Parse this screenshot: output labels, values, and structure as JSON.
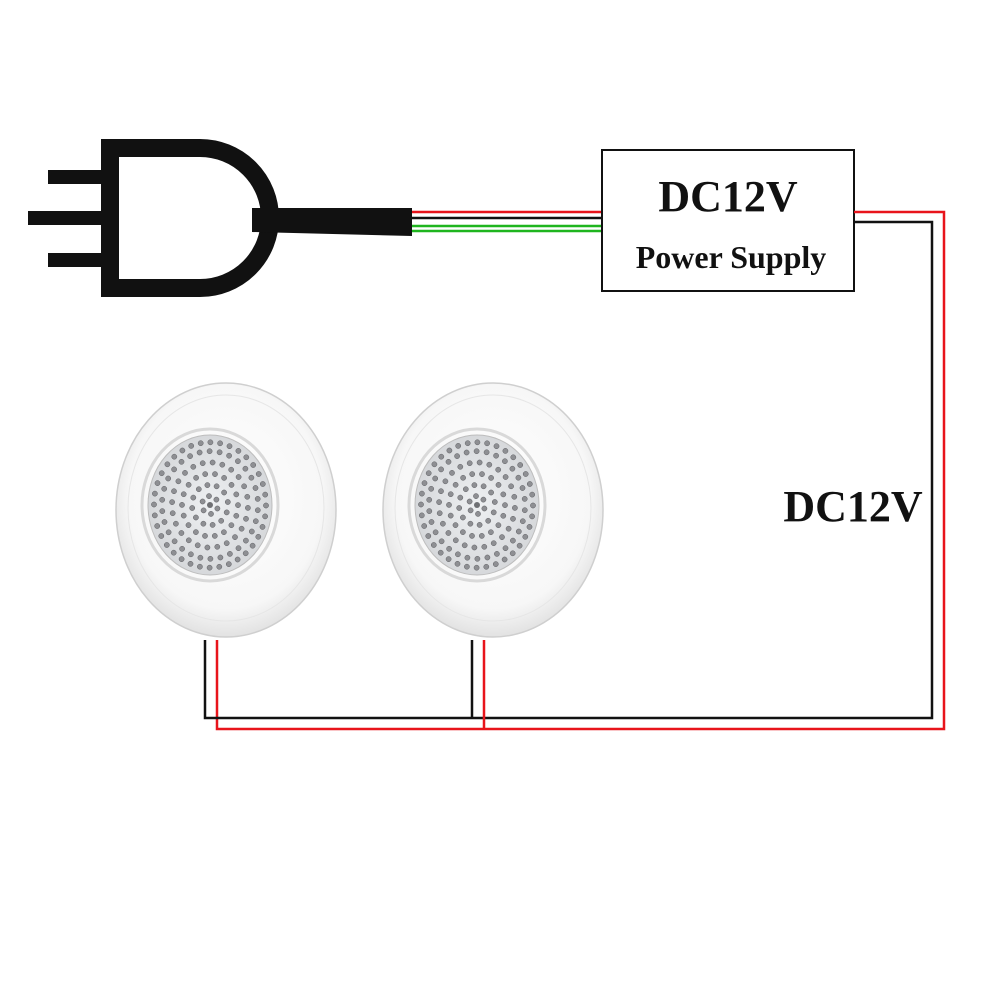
{
  "power_supply": {
    "title": "DC12V",
    "subtitle": "Power Supply"
  },
  "output_label": "DC12V",
  "wire_colors": {
    "positive": "#e8141b",
    "negative": "#111111",
    "ground": "#1fb51f"
  },
  "components": {
    "plug_icon": "ac-plug-icon",
    "light_icon": "led-pool-light-icon",
    "light_count": 2
  }
}
